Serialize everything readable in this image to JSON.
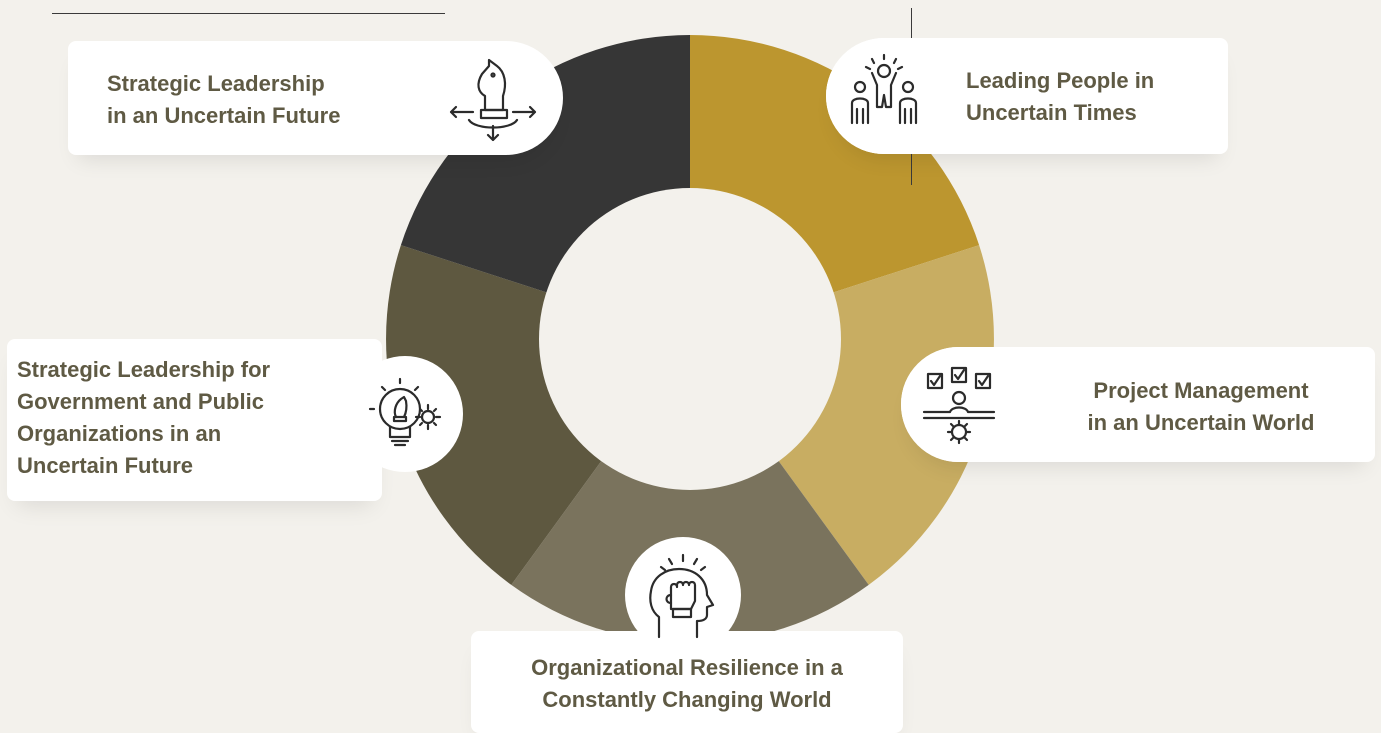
{
  "diagram": {
    "colors": {
      "background": "#f3f1ec",
      "card": "#ffffff",
      "text": "#5f5a44",
      "icon": "#2b2b2b"
    },
    "segments": [
      {
        "id": "leading-people",
        "color": "#bc962f"
      },
      {
        "id": "project-management",
        "color": "#c8ad62"
      },
      {
        "id": "organizational-resilience",
        "color": "#7a735d"
      },
      {
        "id": "strategic-leadership-gov",
        "color": "#5e5840"
      },
      {
        "id": "strategic-leadership",
        "color": "#363636"
      }
    ],
    "cards": {
      "strategic_leadership": {
        "lines": [
          "Strategic Leadership",
          "in an Uncertain Future"
        ],
        "icon": "chess-knight-icon"
      },
      "leading_people": {
        "lines": [
          "Leading People in",
          "Uncertain Times"
        ],
        "icon": "people-team-icon"
      },
      "project_management": {
        "lines": [
          "Project Management",
          "in an Uncertain World"
        ],
        "icon": "team-tasks-icon"
      },
      "strategic_gov": {
        "lines": [
          "Strategic Leadership for",
          "Government and Public",
          "Organizations in an",
          "Uncertain Future"
        ],
        "icon": "lightbulb-chess-gear-icon"
      },
      "org_resilience": {
        "lines": [
          "Organizational Resilience in a",
          "Constantly Changing World"
        ],
        "icon": "fist-head-icon"
      }
    }
  }
}
